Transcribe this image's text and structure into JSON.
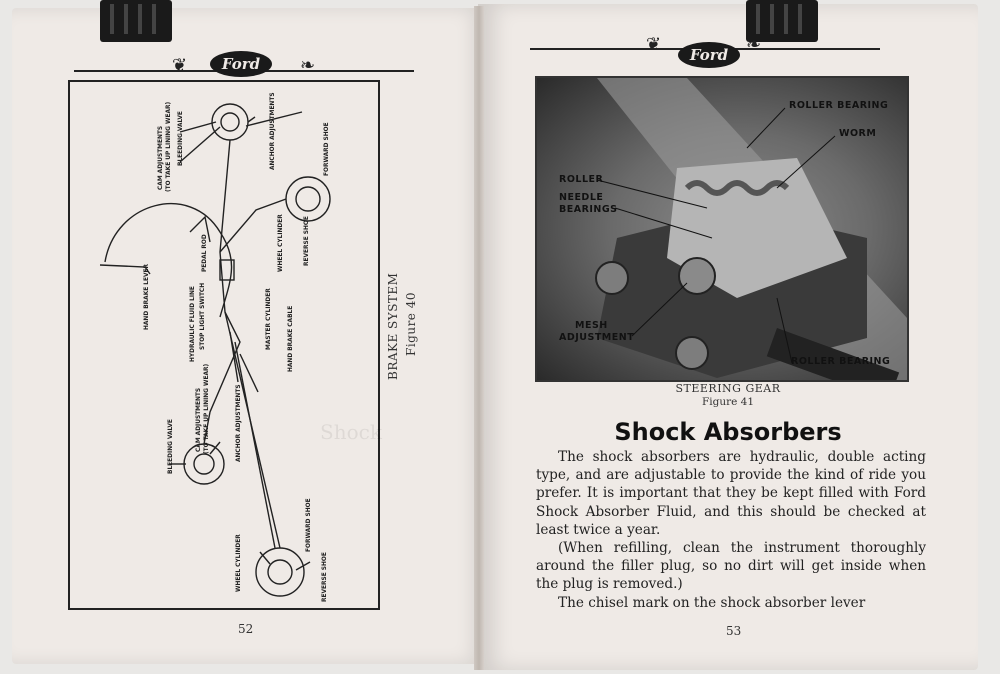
{
  "left_page": {
    "logo": "Ford",
    "figure_caption": "BRAKE SYSTEM",
    "figure_number": "Figure 40",
    "page_number": "52",
    "diagram_labels": {
      "cam_adjustments_top": "CAM ADJUSTMENTS",
      "cam_adjustments_top_note": "(TO TAKE UP LINING WEAR)",
      "bleeding_valve_top": "BLEEDING VALVE",
      "anchor_adjustments_top": "ANCHOR ADJUSTMENTS",
      "forward_shoe_top": "FORWARD SHOE",
      "wheel_cylinder_top": "WHEEL CYLINDER",
      "reverse_shoe_top": "REVERSE SHOE",
      "hand_brake_lever": "HAND BRAKE LEVER",
      "pedal_rod": "PEDAL ROD",
      "hydraulic_fluid_line": "HYDRAULIC FLUID LINE",
      "stop_light_switch": "STOP LIGHT SWITCH",
      "master_cylinder": "MASTER CYLINDER",
      "hand_brake_cable": "HAND BRAKE CABLE",
      "bleeding_valve_bottom": "BLEEDING VALVE",
      "cam_adjustments_bottom": "CAM ADJUSTMENTS",
      "cam_adjustments_bottom_note": "(TO TAKE UP LINING WEAR)",
      "anchor_adjustments_bottom": "ANCHOR ADJUSTMENTS",
      "forward_shoe_bottom": "FORWARD SHOE",
      "wheel_cylinder_bottom": "WHEEL CYLINDER",
      "reverse_shoe_bottom": "REVERSE SHOE"
    }
  },
  "right_page": {
    "logo": "Ford",
    "photo_labels": {
      "roller_bearing_top": "ROLLER BEARING",
      "worm": "WORM",
      "roller": "ROLLER",
      "needle_bearings_1": "NEEDLE",
      "needle_bearings_2": "BEARINGS",
      "mesh_adjustment_1": "MESH",
      "mesh_adjustment_2": "ADJUSTMENT",
      "roller_bearing_bottom": "ROLLER BEARING"
    },
    "figure_caption": "STEERING GEAR",
    "figure_number": "Figure 41",
    "heading": "Shock Absorbers",
    "paragraph_1": "The shock absorbers are hydraulic, double acting type, and are adjustable to provide the kind of ride you prefer. It is important that they be kept filled with Ford Shock Absorber Fluid, and this should be checked at least twice a year.",
    "paragraph_2": "(When refilling, clean the instrument thoroughly around the filler plug, so no dirt will get inside when the plug is removed.)",
    "paragraph_3": "The chisel mark on the shock absorber lever",
    "page_number": "53"
  }
}
